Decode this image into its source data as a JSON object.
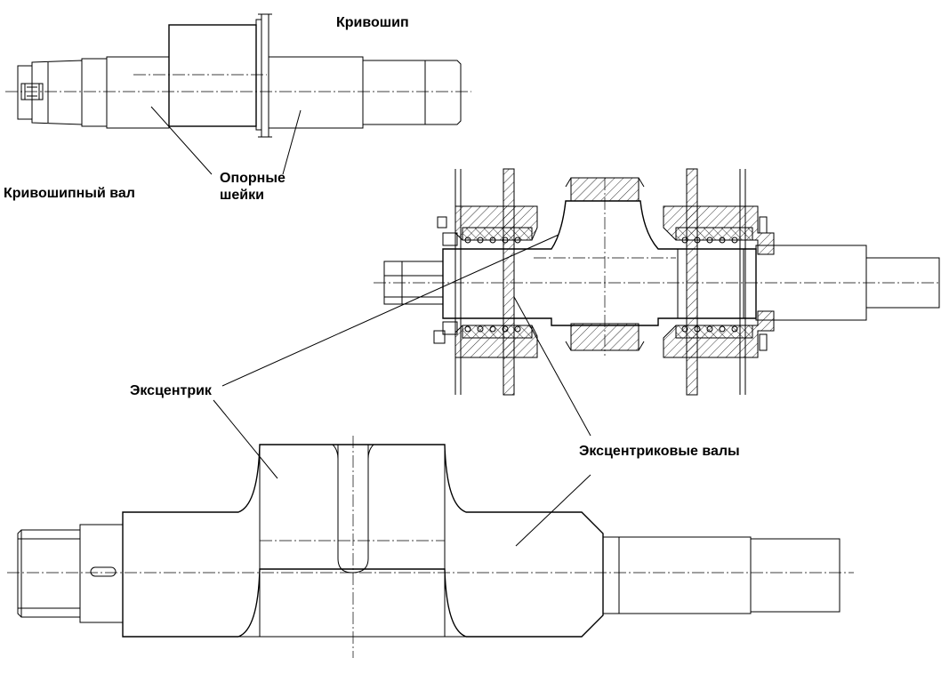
{
  "labels": {
    "crankpin": "Кривошип",
    "crankshaft": "Кривошипный вал",
    "journals": "Опорные\nшейки",
    "eccentric": "Эксцентрик",
    "eccentric_shafts": "Эксцентриковые валы"
  },
  "colors": {
    "line": "#000000",
    "background": "#ffffff"
  }
}
